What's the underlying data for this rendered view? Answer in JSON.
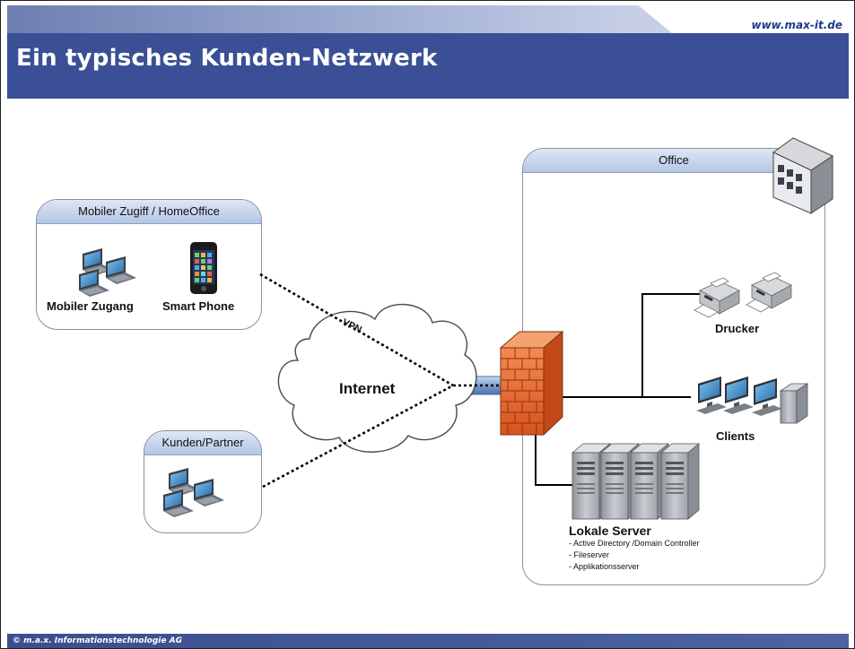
{
  "header": {
    "title": "Ein typisches Kunden-Netzwerk",
    "url": "www.max-it.de"
  },
  "footer": {
    "text": "© m.a.x. Informationstechnologie AG"
  },
  "groups": {
    "mobile": "Mobiler Zugiff / HomeOffice",
    "partner": "Kunden/Partner",
    "office": "Office"
  },
  "nodes": {
    "mobile_access": "Mobiler Zugang",
    "smartphone": "Smart Phone",
    "internet": "Internet",
    "vpn": "VPN",
    "printer": "Drucker",
    "clients": "Clients",
    "server": "Lokale Server"
  },
  "server_items": [
    "- Active Directory /Domain Controller",
    "- Fileserver",
    "- Applikationsserver"
  ],
  "colors": {
    "header_band": "#3a4f95",
    "group_header": "#c3d2ec",
    "firewall": "#e8632b"
  },
  "icons": [
    "laptop-icon",
    "smartphone-icon",
    "cloud-icon",
    "firewall-icon",
    "printer-icon",
    "desktop-icon",
    "server-icon",
    "building-icon"
  ]
}
